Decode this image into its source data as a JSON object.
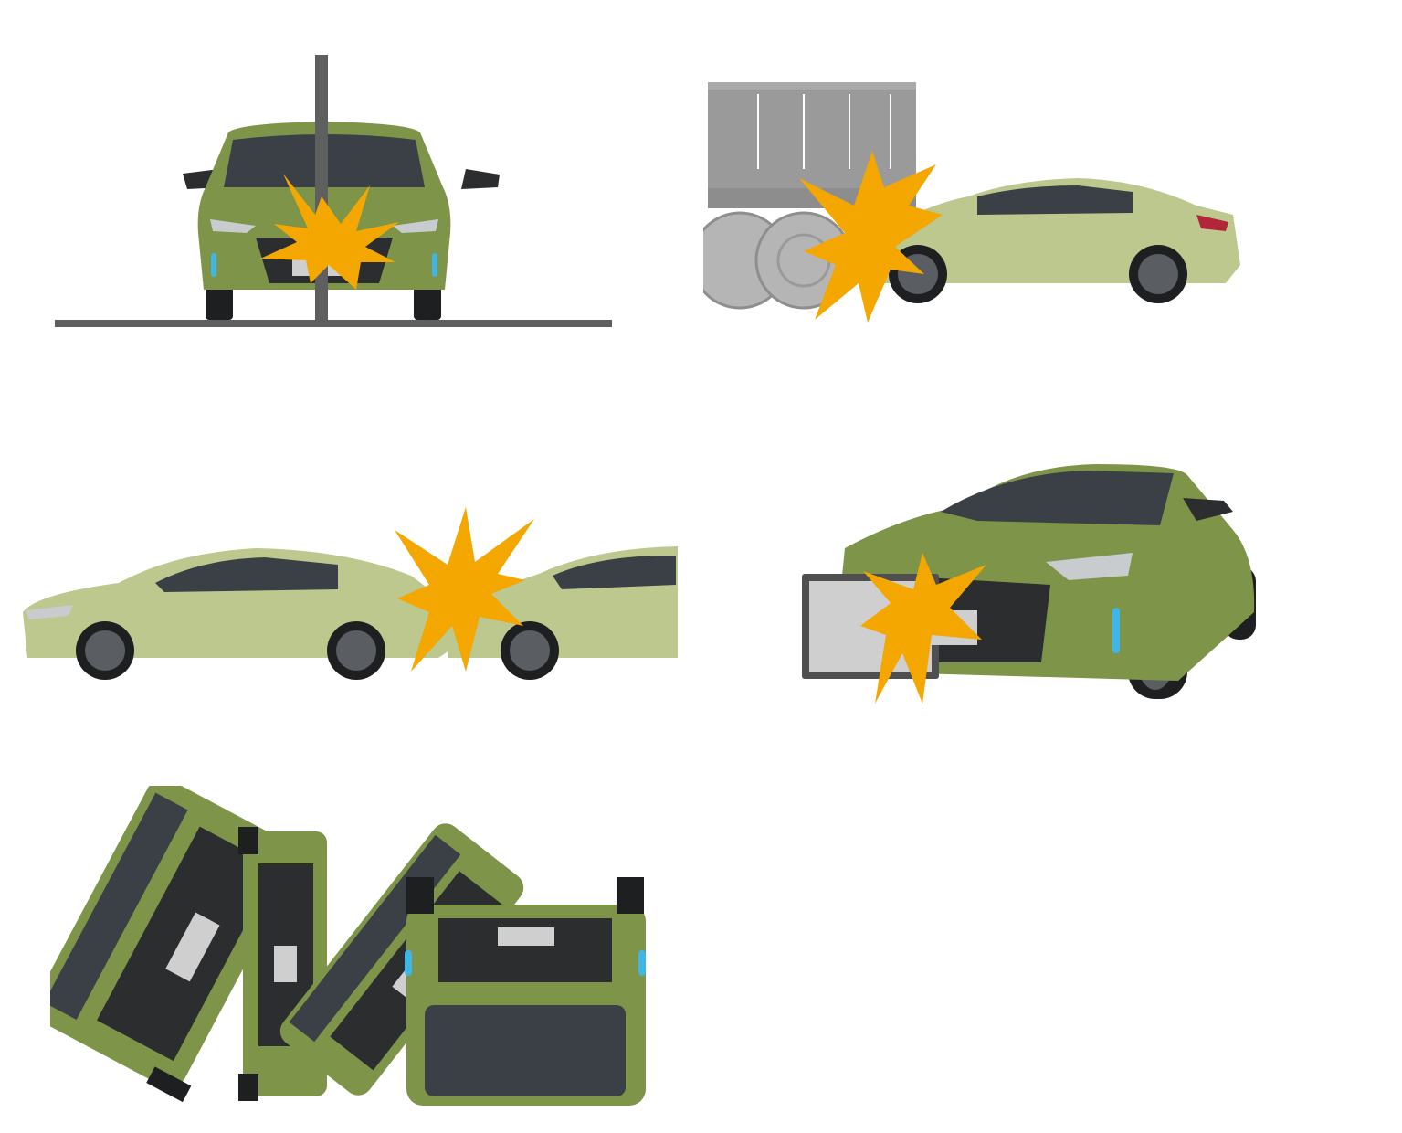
{
  "colors": {
    "car_body": "#7e9449",
    "car_body_side": "#bcc88e",
    "car_dark": "#2b2d2f",
    "glass": "#3b4046",
    "wheel": "#1e1f21",
    "accent_light": "#3fb6e6",
    "explosion": "#f4a700",
    "pole": "#5f5f5f",
    "truck": "#9a9a9a",
    "plate": "#cfcfcf"
  },
  "scenes": [
    {
      "id": "pole-impact",
      "icon": "pole-collision-icon"
    },
    {
      "id": "truck-underride",
      "icon": "truck-collision-icon"
    },
    {
      "id": "rear-end",
      "icon": "rear-end-collision-icon"
    },
    {
      "id": "barrier-impact",
      "icon": "barrier-collision-icon"
    },
    {
      "id": "rollover",
      "icon": "rollover-icon"
    }
  ]
}
